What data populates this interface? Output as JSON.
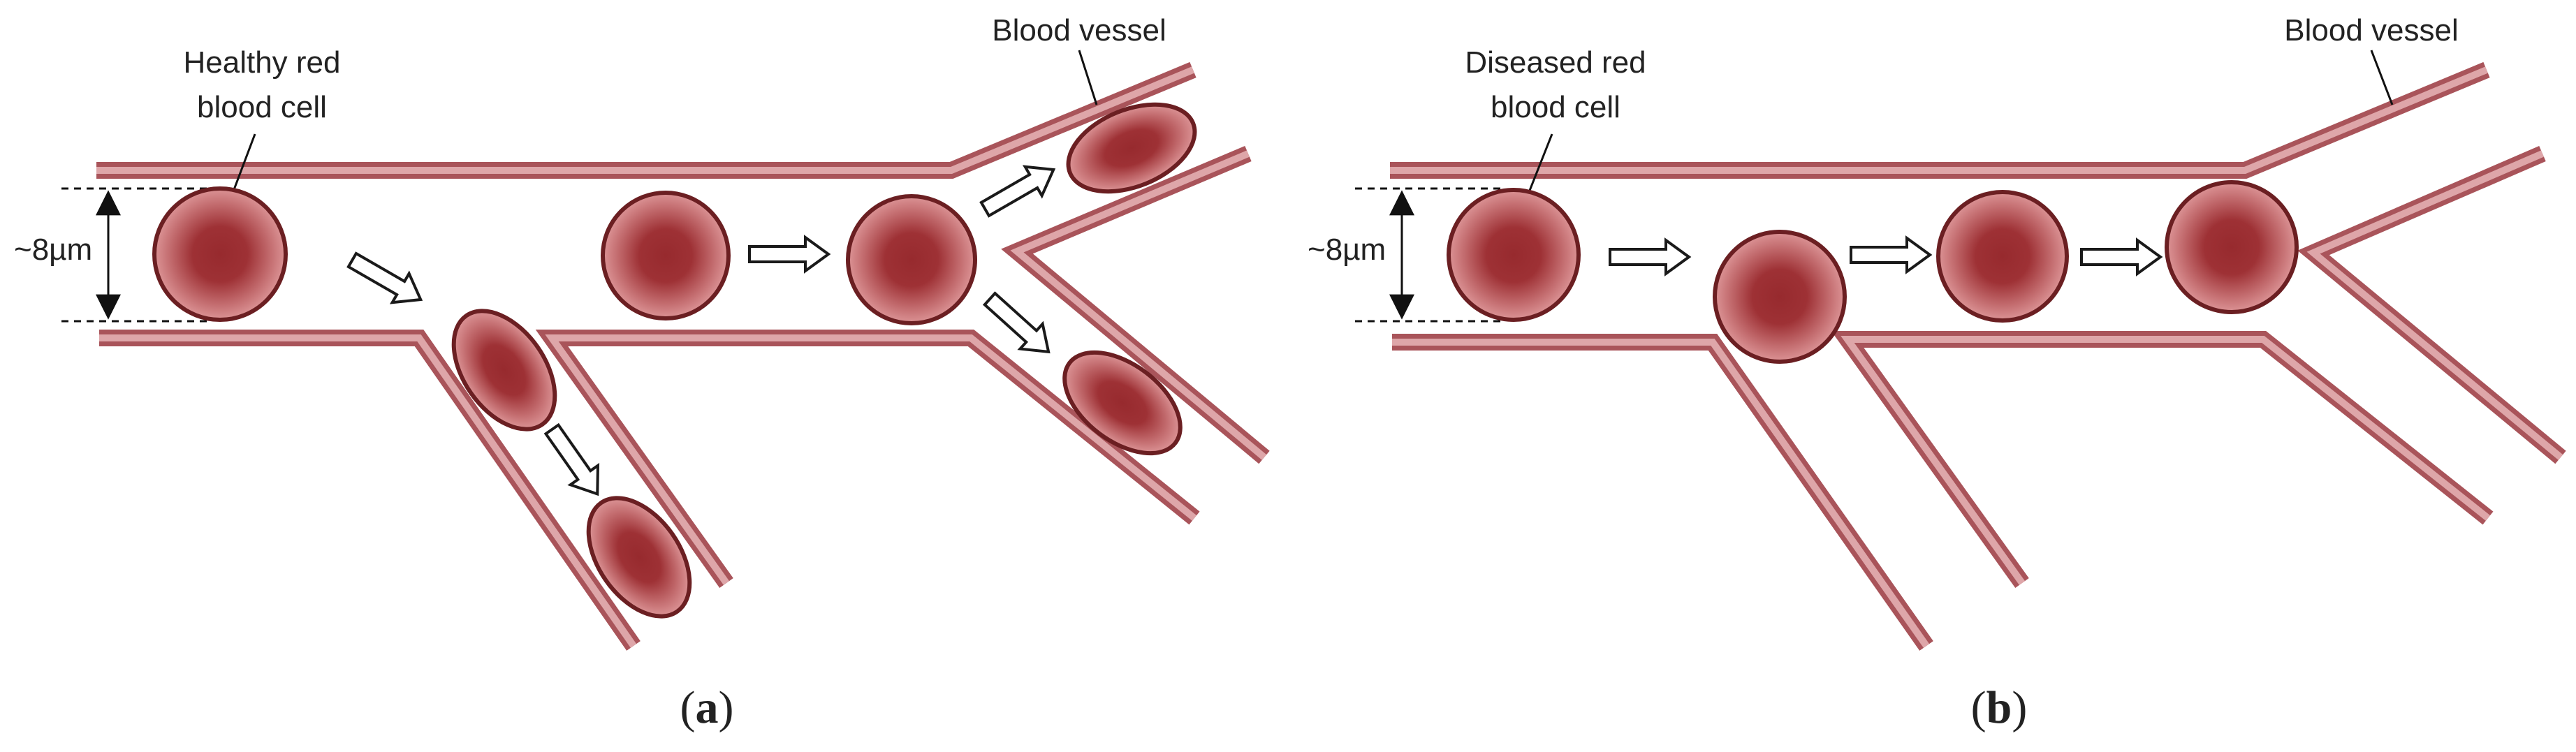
{
  "panel_a": {
    "caption_open": "(",
    "caption_letter": "a",
    "caption_close": ")",
    "cell_label_line1": "Healthy red",
    "cell_label_line2": "blood cell",
    "vessel_label": "Blood vessel",
    "dimension_label": "~8µm"
  },
  "panel_b": {
    "caption_open": "(",
    "caption_letter": "b",
    "caption_close": ")",
    "cell_label_line1": "Diseased red",
    "cell_label_line2": "blood cell",
    "vessel_label": "Blood vessel",
    "dimension_label": "~8µm"
  },
  "colors": {
    "vessel_wall": "#c98a8e",
    "vessel_wall_dark": "#9e4a50",
    "cell_center": "#9a2c2f",
    "cell_edge": "#d98d8f",
    "cell_outline": "#6b1f22",
    "arrow_fill": "#ffffff",
    "arrow_stroke": "#1a1a1a"
  }
}
